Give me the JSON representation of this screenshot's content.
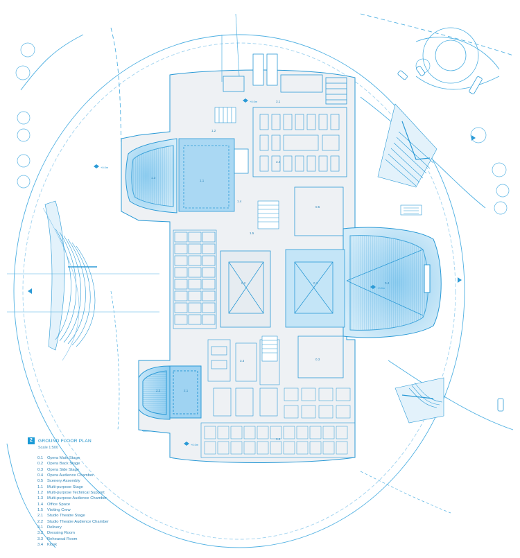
{
  "plan": {
    "number": "2",
    "title": "GROUND FLOOR PLAN",
    "scale": "Scale 1:500"
  },
  "legend": [
    {
      "code": "0.1",
      "name": "Opera Main Stage"
    },
    {
      "code": "0.2",
      "name": "Opera Back Stage"
    },
    {
      "code": "0.3",
      "name": "Opera Side Stage"
    },
    {
      "code": "0.4",
      "name": "Opera Audience Chamber"
    },
    {
      "code": "0.5",
      "name": "Scenery Assembly"
    },
    {
      "code": "1.1",
      "name": "Multi-purpose Stage"
    },
    {
      "code": "1.2",
      "name": "Multi-purpose Technical Support"
    },
    {
      "code": "1.3",
      "name": "Multi-purpose Audience Chamber"
    },
    {
      "code": "1.4",
      "name": "Office Space"
    },
    {
      "code": "1.5",
      "name": "Visiting Crew"
    },
    {
      "code": "2.1",
      "name": "Studio Theatre Stage"
    },
    {
      "code": "2.2",
      "name": "Studio Theatre Audience Chamber"
    },
    {
      "code": "3.1",
      "name": "Delivery"
    },
    {
      "code": "3.2",
      "name": "Dressing Room"
    },
    {
      "code": "3.3",
      "name": "Rehearsal Room"
    },
    {
      "code": "3.4",
      "name": "Kiosk"
    }
  ],
  "room_labels": {
    "opera_main_stage": "0.1",
    "opera_back_stage": "0.2",
    "opera_side_stage": "0.3",
    "opera_audience": "0.4",
    "scenery_assembly": "0.5",
    "mp_stage": "1.1",
    "mp_tech_support": "1.2",
    "mp_audience": "1.3",
    "office_space": "1.4",
    "visiting_crew": "1.5",
    "studio_stage": "2.1",
    "studio_audience": "2.2",
    "delivery": "3.1",
    "dressing_room": "3.2",
    "rehearsal_room": "3.3",
    "kiosk": "3.4"
  },
  "level_marks": {
    "north_entry": "+0.0m",
    "west_entry": "+0.0m",
    "east_entry": "+0.0m",
    "south_entry": "+0.0m"
  },
  "colors": {
    "line": "#2b9ad6",
    "line_light": "#8cc9ec",
    "fill_building": "#eef1f4",
    "fill_stage": "#9fd3f2",
    "fill_stage_light": "#cfe9f8",
    "accent": "#1a9ad6"
  }
}
